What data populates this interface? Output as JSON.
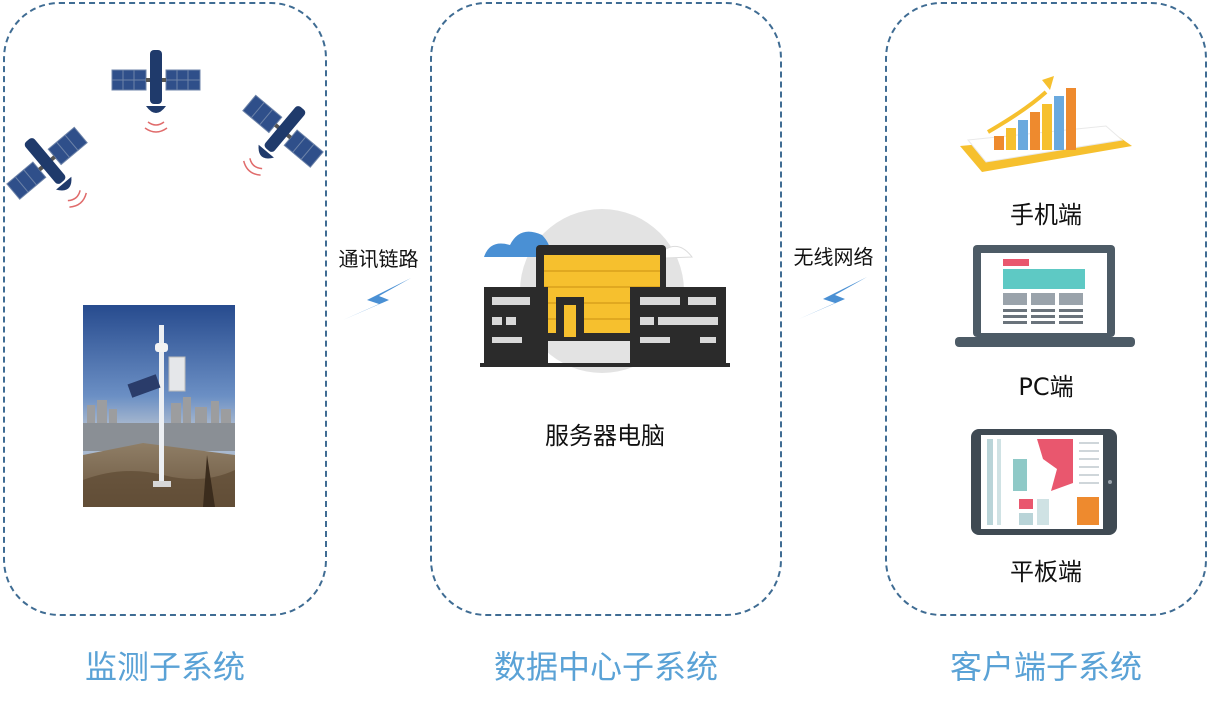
{
  "panels": [
    {
      "title": "监测子系统"
    },
    {
      "title": "数据中心子系统"
    },
    {
      "title": "客户端子系统"
    }
  ],
  "links": [
    {
      "label": "通讯链路"
    },
    {
      "label": "无线网络"
    }
  ],
  "server": {
    "label": "服务器电脑"
  },
  "clients": [
    {
      "label": "手机端"
    },
    {
      "label": "PC端"
    },
    {
      "label": "平板端"
    }
  ],
  "colors": {
    "border": "#3f6c93",
    "title": "#5aa2d6",
    "bolt": "#4a90d4",
    "accent_yellow": "#f6c02e",
    "accent_orange": "#ee8a2e",
    "screen_teal": "#5ec9c4",
    "dark": "#2b2b2b"
  }
}
